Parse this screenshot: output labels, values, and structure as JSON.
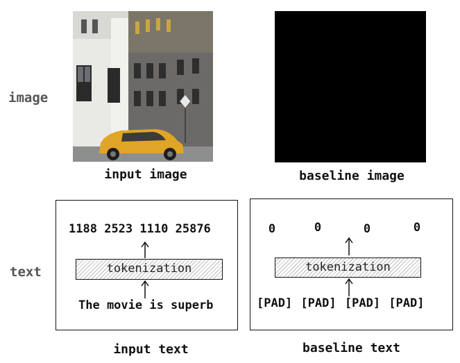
{
  "rows": {
    "image_label": "image",
    "text_label": "text"
  },
  "image_row": {
    "input_caption": "input image",
    "baseline_caption": "baseline image"
  },
  "text_row": {
    "input": {
      "token_ids": [
        "1188",
        "2523",
        "1110",
        "25876"
      ],
      "tokenizer_label": "tokenization",
      "sentence": "The movie is superb",
      "caption": "input text"
    },
    "baseline": {
      "token_ids": [
        "0",
        "0",
        "0",
        "0"
      ],
      "tokenizer_label": "tokenization",
      "pad_tokens": [
        "[PAD]",
        "[PAD]",
        "[PAD]",
        "[PAD]"
      ],
      "caption": "baseline text"
    }
  },
  "colors": {
    "car": "#e0a526",
    "baseline_fill": "#000000",
    "hatch": "#bdbdbd"
  },
  "icons": {
    "arrow": "up-arrow-icon"
  }
}
